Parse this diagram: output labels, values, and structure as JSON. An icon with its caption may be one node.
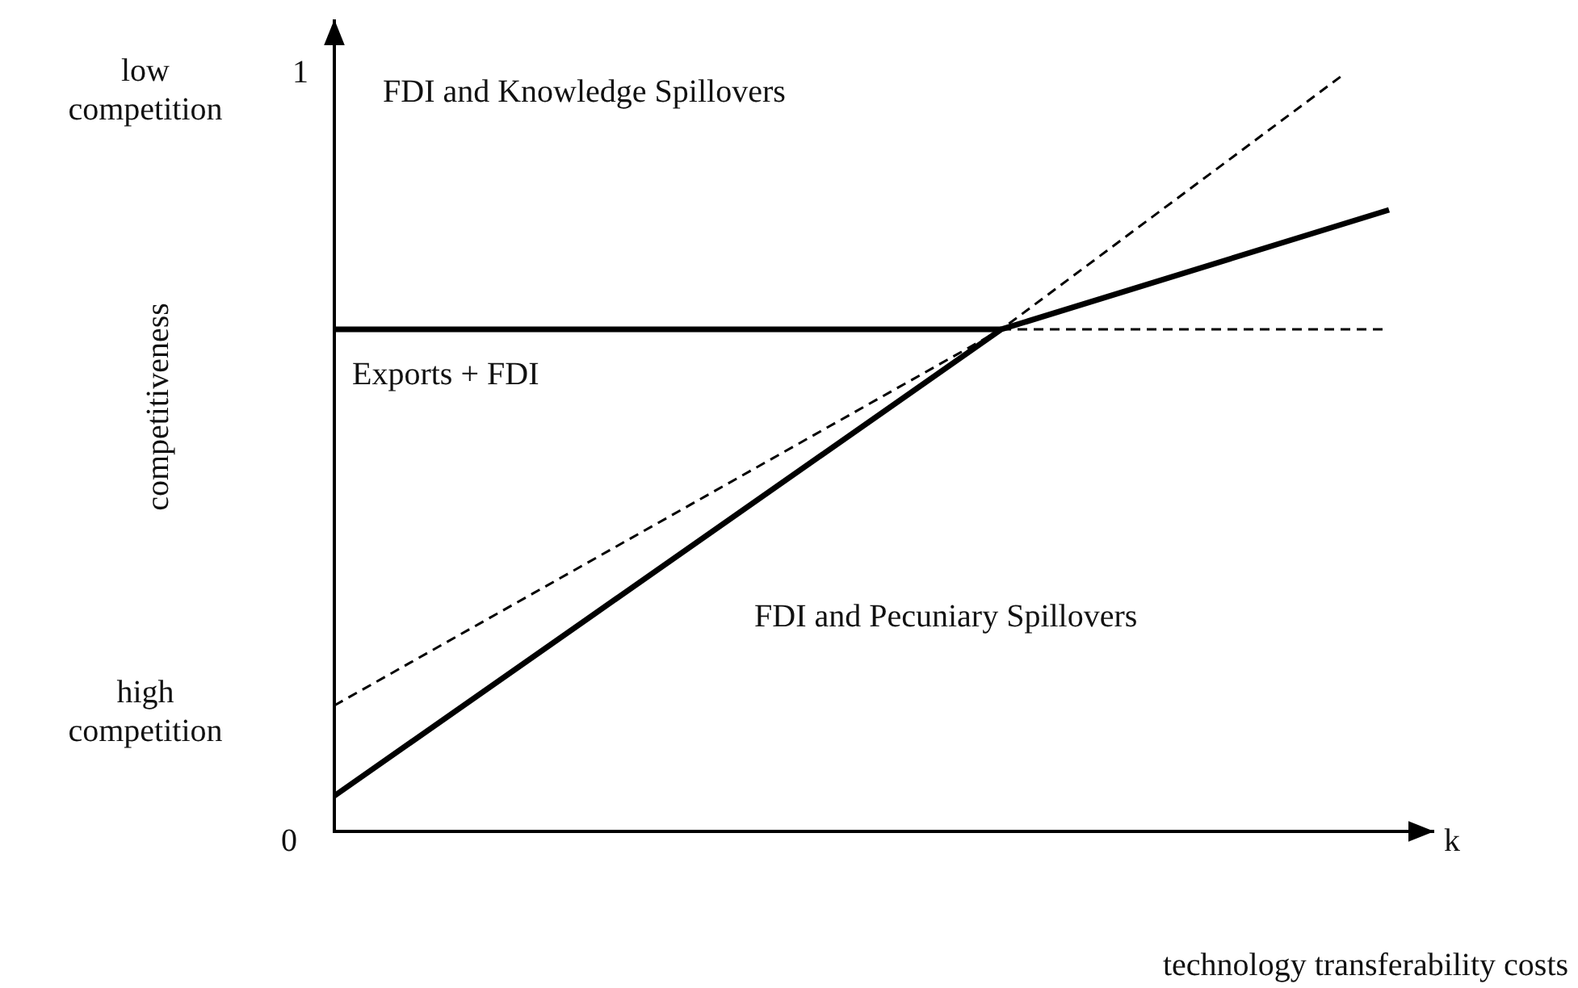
{
  "diagram": {
    "labels": [
      "1",
      "low competition",
      "FDI and Knowledge Spillovers",
      "competitiveness",
      "Exports + FDI",
      "FDI and Pecuniary Spillovers",
      "high competition",
      "0",
      "k",
      "technology transferability costs"
    ]
  }
}
